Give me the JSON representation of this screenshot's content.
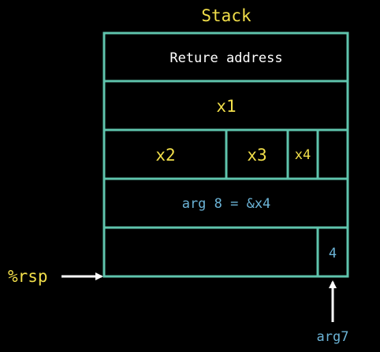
{
  "title": "Stack",
  "cells": {
    "return_address": "Reture address",
    "x1": "x1",
    "x2": "x2",
    "x3": "x3",
    "x4": "x4",
    "arg8": "arg 8 = &x4",
    "arg7_value": "4"
  },
  "pointers": {
    "rsp": "%rsp",
    "arg7": "arg7"
  },
  "colors": {
    "background": "#000000",
    "border": "#5fc4ad",
    "text_white": "#ffffff",
    "text_yellow": "#f2df4a",
    "text_blue": "#6bb3d6",
    "arrow": "#ffffff"
  }
}
